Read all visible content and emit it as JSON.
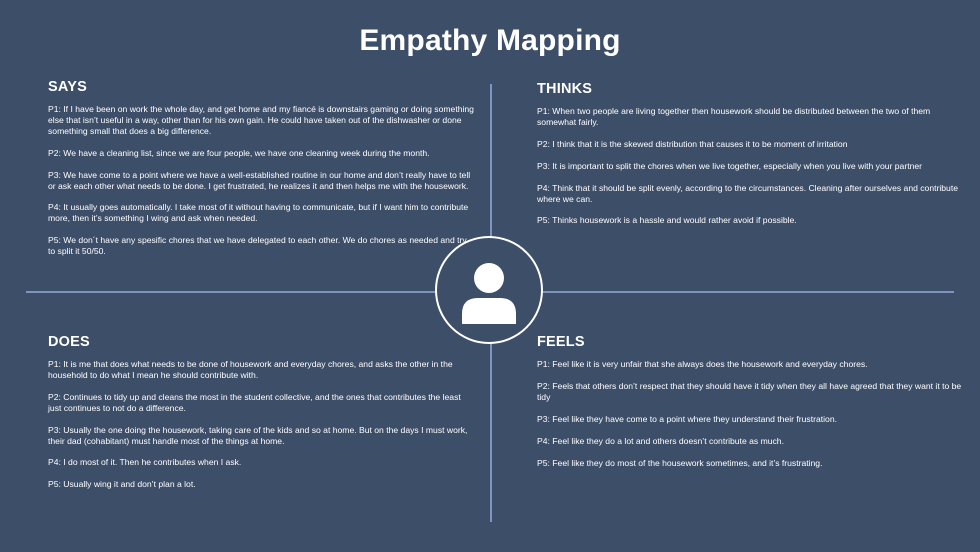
{
  "title": "Empathy Mapping",
  "says": {
    "heading": "SAYS",
    "items": [
      "P1: If I have been on work the whole day, and get home and my fiancé is downstairs gaming or doing something else that isn’t useful in a way, other than for his own gain. He could have taken out of the dishwasher or done something small that does a big difference.",
      "P2: We have a cleaning list, since we are four people, we have one cleaning week during the month.",
      "P3: We have come to a point where we have a well-established routine in our home and don’t really have to tell or ask each other what needs to be done. I get frustrated, he realizes it and then helps me with the housework.",
      "P4: It usually goes automatically. I take most of it without having to communicate, but if I want him to contribute more, then it’s something I wing and ask when needed.",
      "P5: We don´t have any spesific chores that we have delegated to each other. We do chores as needed and try to split it 50/50."
    ]
  },
  "thinks": {
    "heading": "THINKS",
    "items": [
      "P1: When two people are living together then housework should be distributed between the two of them somewhat fairly.",
      "P2: I think that it is the skewed distribution that causes it to be moment of irritation",
      "P3: It is important to split the chores when we live together, especially when you live with your partner",
      "P4: Think that it should be split evenly, according to the circumstances. Cleaning after ourselves and contribute where we can.",
      "P5: Thinks housework is a hassle and would rather avoid if possible."
    ]
  },
  "does": {
    "heading": "DOES",
    "items": [
      "P1: It is me that does what needs to be done of housework and everyday chores, and asks the other in the household to do what I mean he should contribute with.",
      "P2: Continues to tidy up and cleans the most in the student collective, and the ones that contributes the least just continues to not do a difference.",
      "P3: Usually the one doing the housework, taking care of the kids and so at home. But on the days I must work, their dad (cohabitant) must handle most of the things at home.",
      "P4:  I do most of it. Then he contributes when I ask.",
      "P5: Usually wing it and don’t plan a lot."
    ]
  },
  "feels": {
    "heading": "FEELS",
    "items": [
      "P1: Feel like it is very unfair that she always does the housework and everyday chores.",
      "P2: Feels that others don’t respect that they should have it tidy when they all have agreed that they want it to be tidy",
      "P3: Feel like they have come to a point where they understand their frustration.",
      "P4: Feel like they do a lot and others doesn’t contribute as much.",
      "P5: Feel like they do most of the housework sometimes, and it’s frustrating."
    ]
  },
  "icons": {
    "center": "user-icon"
  }
}
